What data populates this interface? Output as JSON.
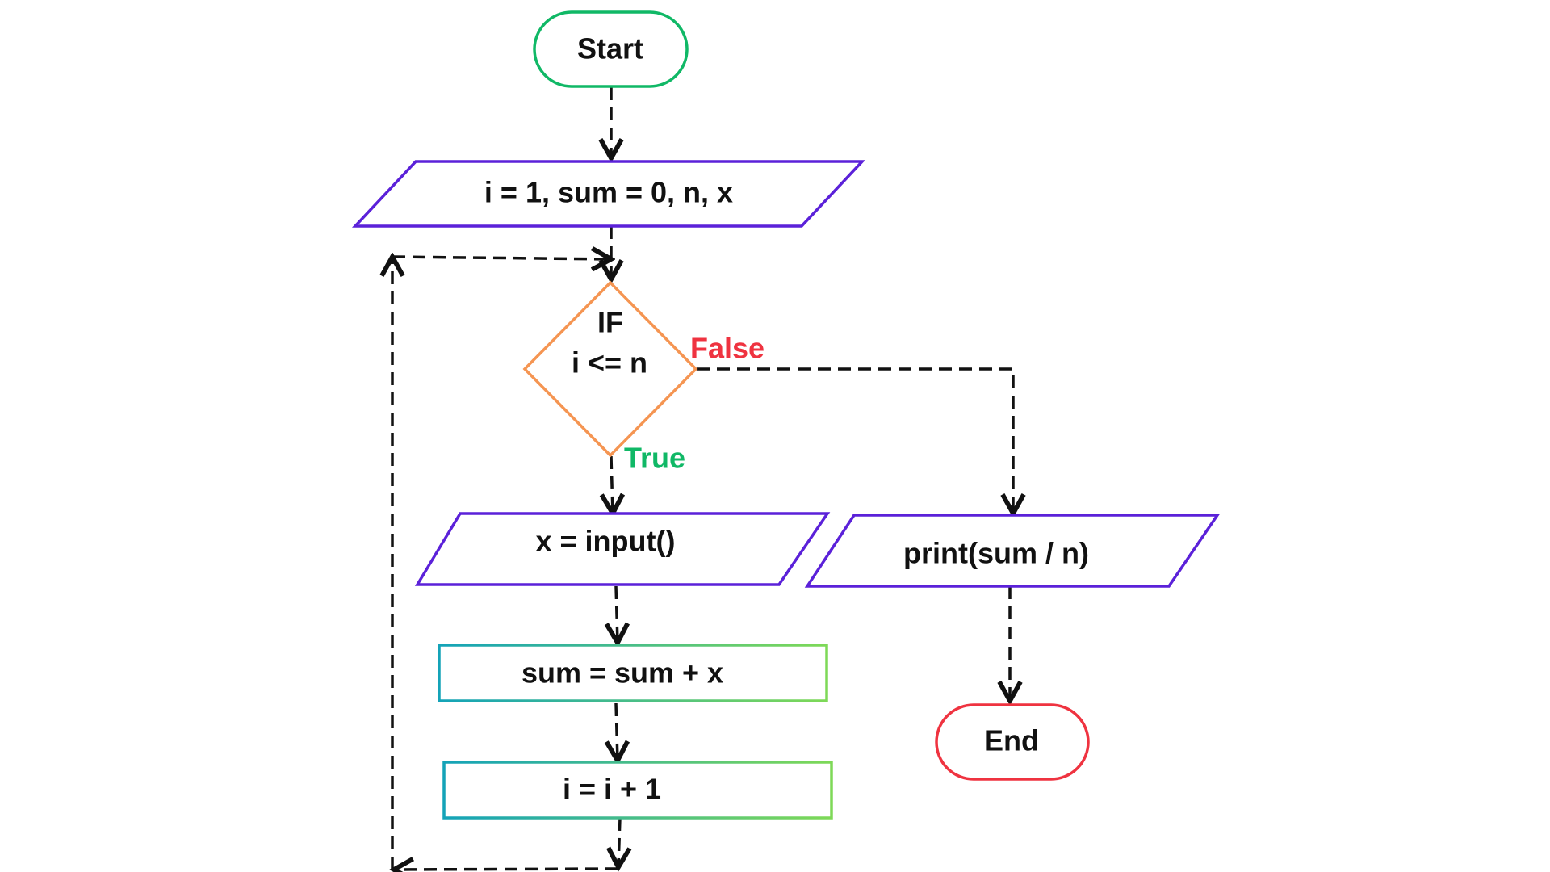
{
  "colors": {
    "terminal_start": "#10b866",
    "terminal_end": "#ef3340",
    "io": "#5b21d9",
    "decision": "#f59552",
    "process_gradient_start": "#14a3b8",
    "process_gradient_end": "#7ed957",
    "true_label": "#10b866",
    "false_label": "#ef3340",
    "connector": "#111111"
  },
  "nodes": {
    "start": "Start",
    "init": "i = 1, sum = 0, n, x",
    "decision_line1": "IF",
    "decision_line2": "i <= n",
    "input": "x = input()",
    "accumulate": "sum = sum + x",
    "increment": "i = i + 1",
    "output": "print(sum / n)",
    "end": "End"
  },
  "branches": {
    "false_label": "False",
    "true_label": "True"
  }
}
